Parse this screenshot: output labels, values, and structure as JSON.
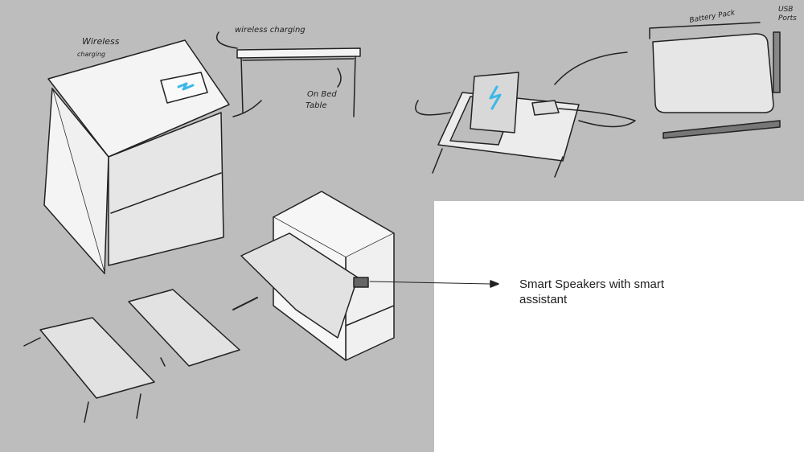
{
  "annotations": {
    "wireless_charging_1": "Wireless",
    "wireless_charging_1b": "charging",
    "wireless_charging_2": "wireless charging",
    "on_bed_table_1": "On Bed",
    "on_bed_table_2": "Table",
    "battery_pack": "Battery Pack",
    "usb_ports_1": "USB",
    "usb_ports_2": "Ports"
  },
  "callout": {
    "text": "Smart Speakers with smart assistant"
  },
  "colors": {
    "background": "#bdbdbd",
    "panel": "#ffffff",
    "accent": "#3ab8e8"
  }
}
